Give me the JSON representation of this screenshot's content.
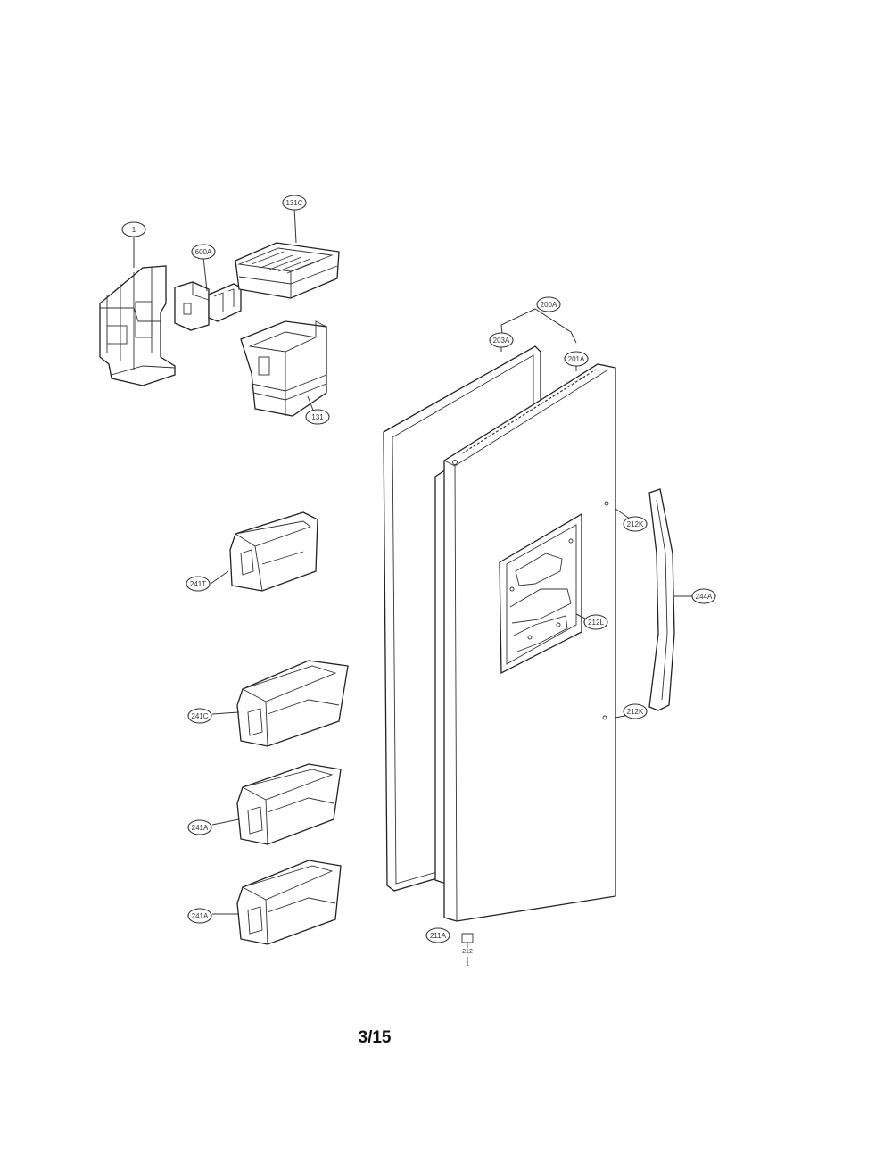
{
  "page_number": "3/15",
  "callouts": {
    "ice_bin_cover": "131C",
    "ice_maker_bracket": "1",
    "motor_assembly": "600A",
    "ice_bin": "131",
    "door_assembly": "200A",
    "door_gasket": "203A",
    "door_foam": "201A",
    "hinge_screw_top": "212K",
    "dispenser_part": "212L",
    "handle": "244A",
    "hinge_screw_bottom": "212K",
    "small_basket": "241T",
    "basket_1": "241C",
    "basket_2": "241A",
    "basket_3": "241A",
    "bottom_cap": "211A",
    "bottom_screw": "212",
    "bottom_mark": "1"
  },
  "colors": {
    "line": "#222222",
    "background": "#ffffff"
  }
}
